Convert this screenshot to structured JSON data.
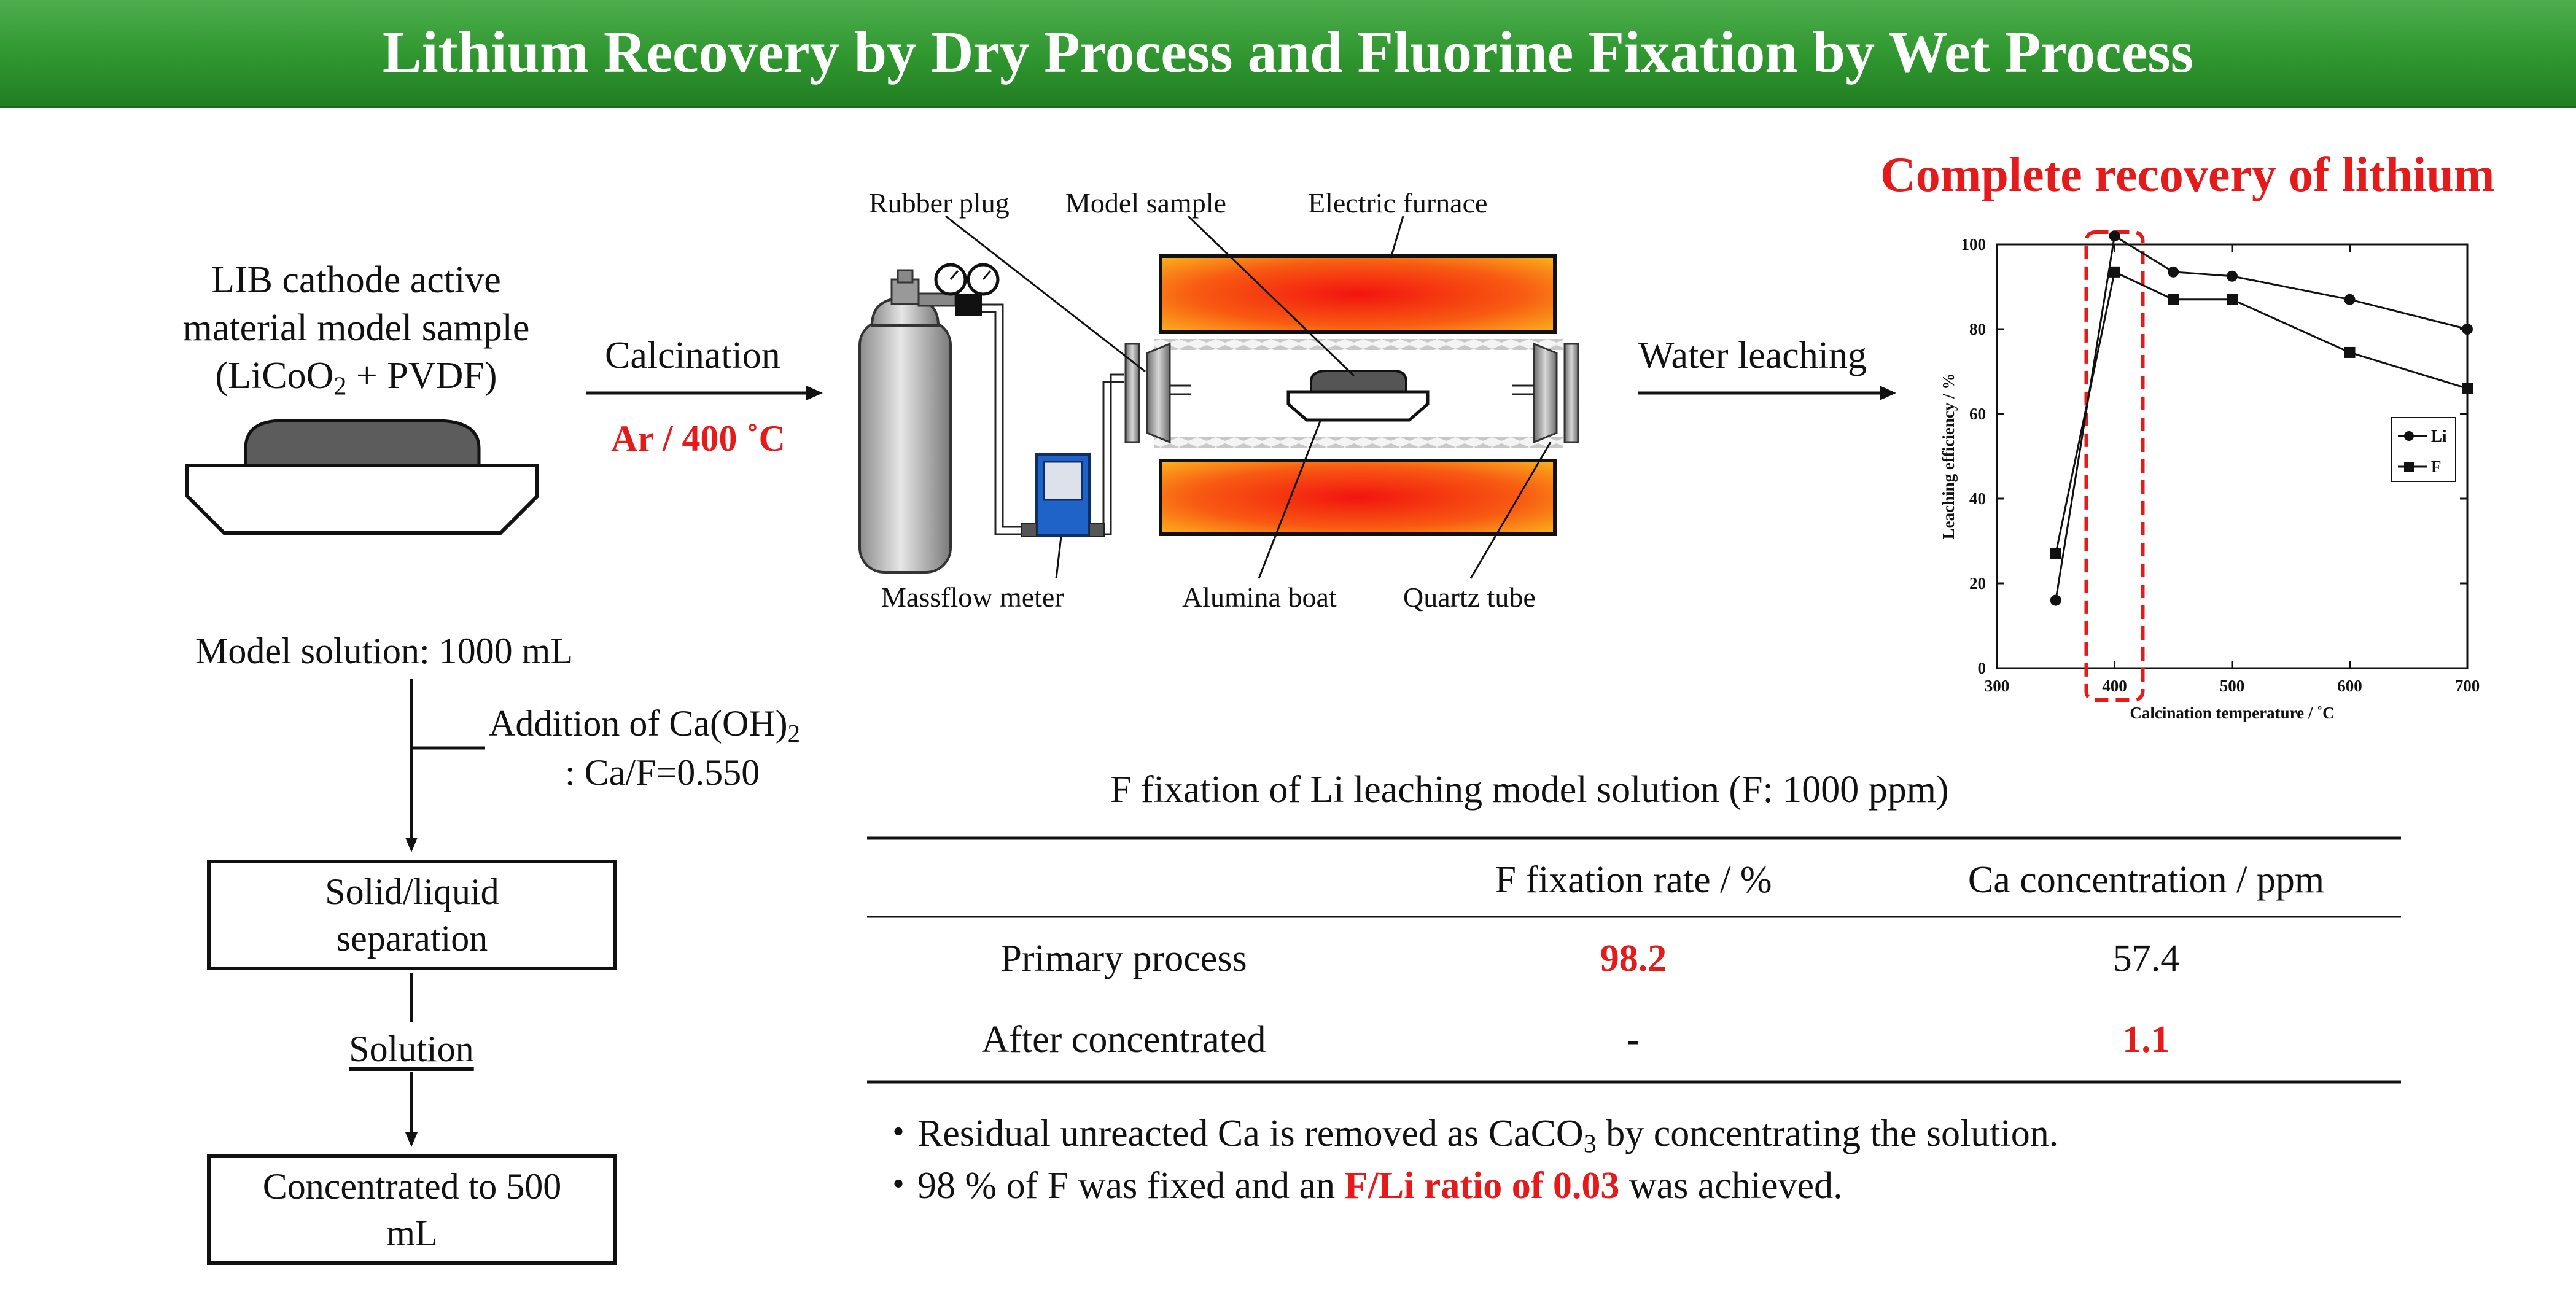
{
  "title": "Lithium Recovery by Dry Process and Fluorine Fixation by Wet Process",
  "sample": {
    "line1": "LIB cathode active",
    "line2": "material model sample",
    "line3a": "(LiCoO",
    "line3sub": "2",
    "line3b": " + PVDF)"
  },
  "calcination": {
    "label": "Calcination",
    "condition": "Ar / 400 ˚C"
  },
  "apparatus": {
    "rubber_plug": "Rubber plug",
    "model_sample": "Model sample",
    "electric_furnace": "Electric furnace",
    "massflow_meter": "Massflow meter",
    "alumina_boat": "Alumina boat",
    "quartz_tube": "Quartz tube"
  },
  "water_leaching": "Water leaching",
  "headline": "Complete recovery of lithium",
  "colors": {
    "banner": "#2f962f",
    "accent_red": "#e51b1b",
    "furnace_hot": "#f5230f",
    "furnace_edge": "#fbbf1e",
    "meter_blue": "#1f63c8"
  },
  "chart_data": {
    "type": "line",
    "xlabel": "Calcination temperature / ˚C",
    "ylabel": "Leaching efficiency / %",
    "xlim": [
      300,
      700
    ],
    "ylim": [
      0,
      100
    ],
    "xticks": [
      300,
      400,
      500,
      600,
      700
    ],
    "yticks": [
      0,
      20,
      40,
      60,
      80,
      100
    ],
    "x": [
      350,
      400,
      450,
      500,
      600,
      700
    ],
    "series": [
      {
        "name": "Li",
        "marker": "circle",
        "values": [
          16,
          102,
          93.5,
          92.5,
          87,
          80
        ]
      },
      {
        "name": "F",
        "marker": "square",
        "values": [
          27,
          93.5,
          87,
          87,
          74.5,
          66
        ]
      }
    ],
    "highlight_x": 400,
    "legend": "right"
  },
  "flow": {
    "model_solution": "Model solution: 1000 mL",
    "addition_a": "Addition of Ca(OH)",
    "addition_sub": "2",
    "ratio": ": Ca/F=0.550",
    "separation": "Solid/liquid separation",
    "solution": "Solution",
    "concentrated": "Concentrated to 500 mL"
  },
  "table": {
    "title": "F fixation of Li leaching model solution (F: 1000 ppm)",
    "headers": [
      "",
      "F fixation rate / %",
      "Ca concentration / ppm"
    ],
    "rows": [
      {
        "label": "Primary process",
        "f_rate": "98.2",
        "ca_conc": "57.4"
      },
      {
        "label": "After concentrated",
        "f_rate": "-",
        "ca_conc": "1.1"
      }
    ]
  },
  "notes": {
    "note1a": "・Residual unreacted Ca is removed as CaCO",
    "note1sub": "3",
    "note1b": " by concentrating the solution.",
    "note2a": "・98 % of F was fixed and an ",
    "note2b": "F/Li ratio of 0.03",
    "note2c": " was achieved."
  }
}
